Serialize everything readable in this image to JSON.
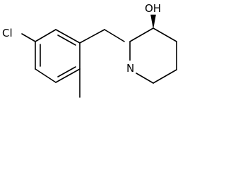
{
  "atoms": {
    "chlorine": "Cl",
    "nitrogen": "N",
    "hydroxyl": "OH"
  }
}
